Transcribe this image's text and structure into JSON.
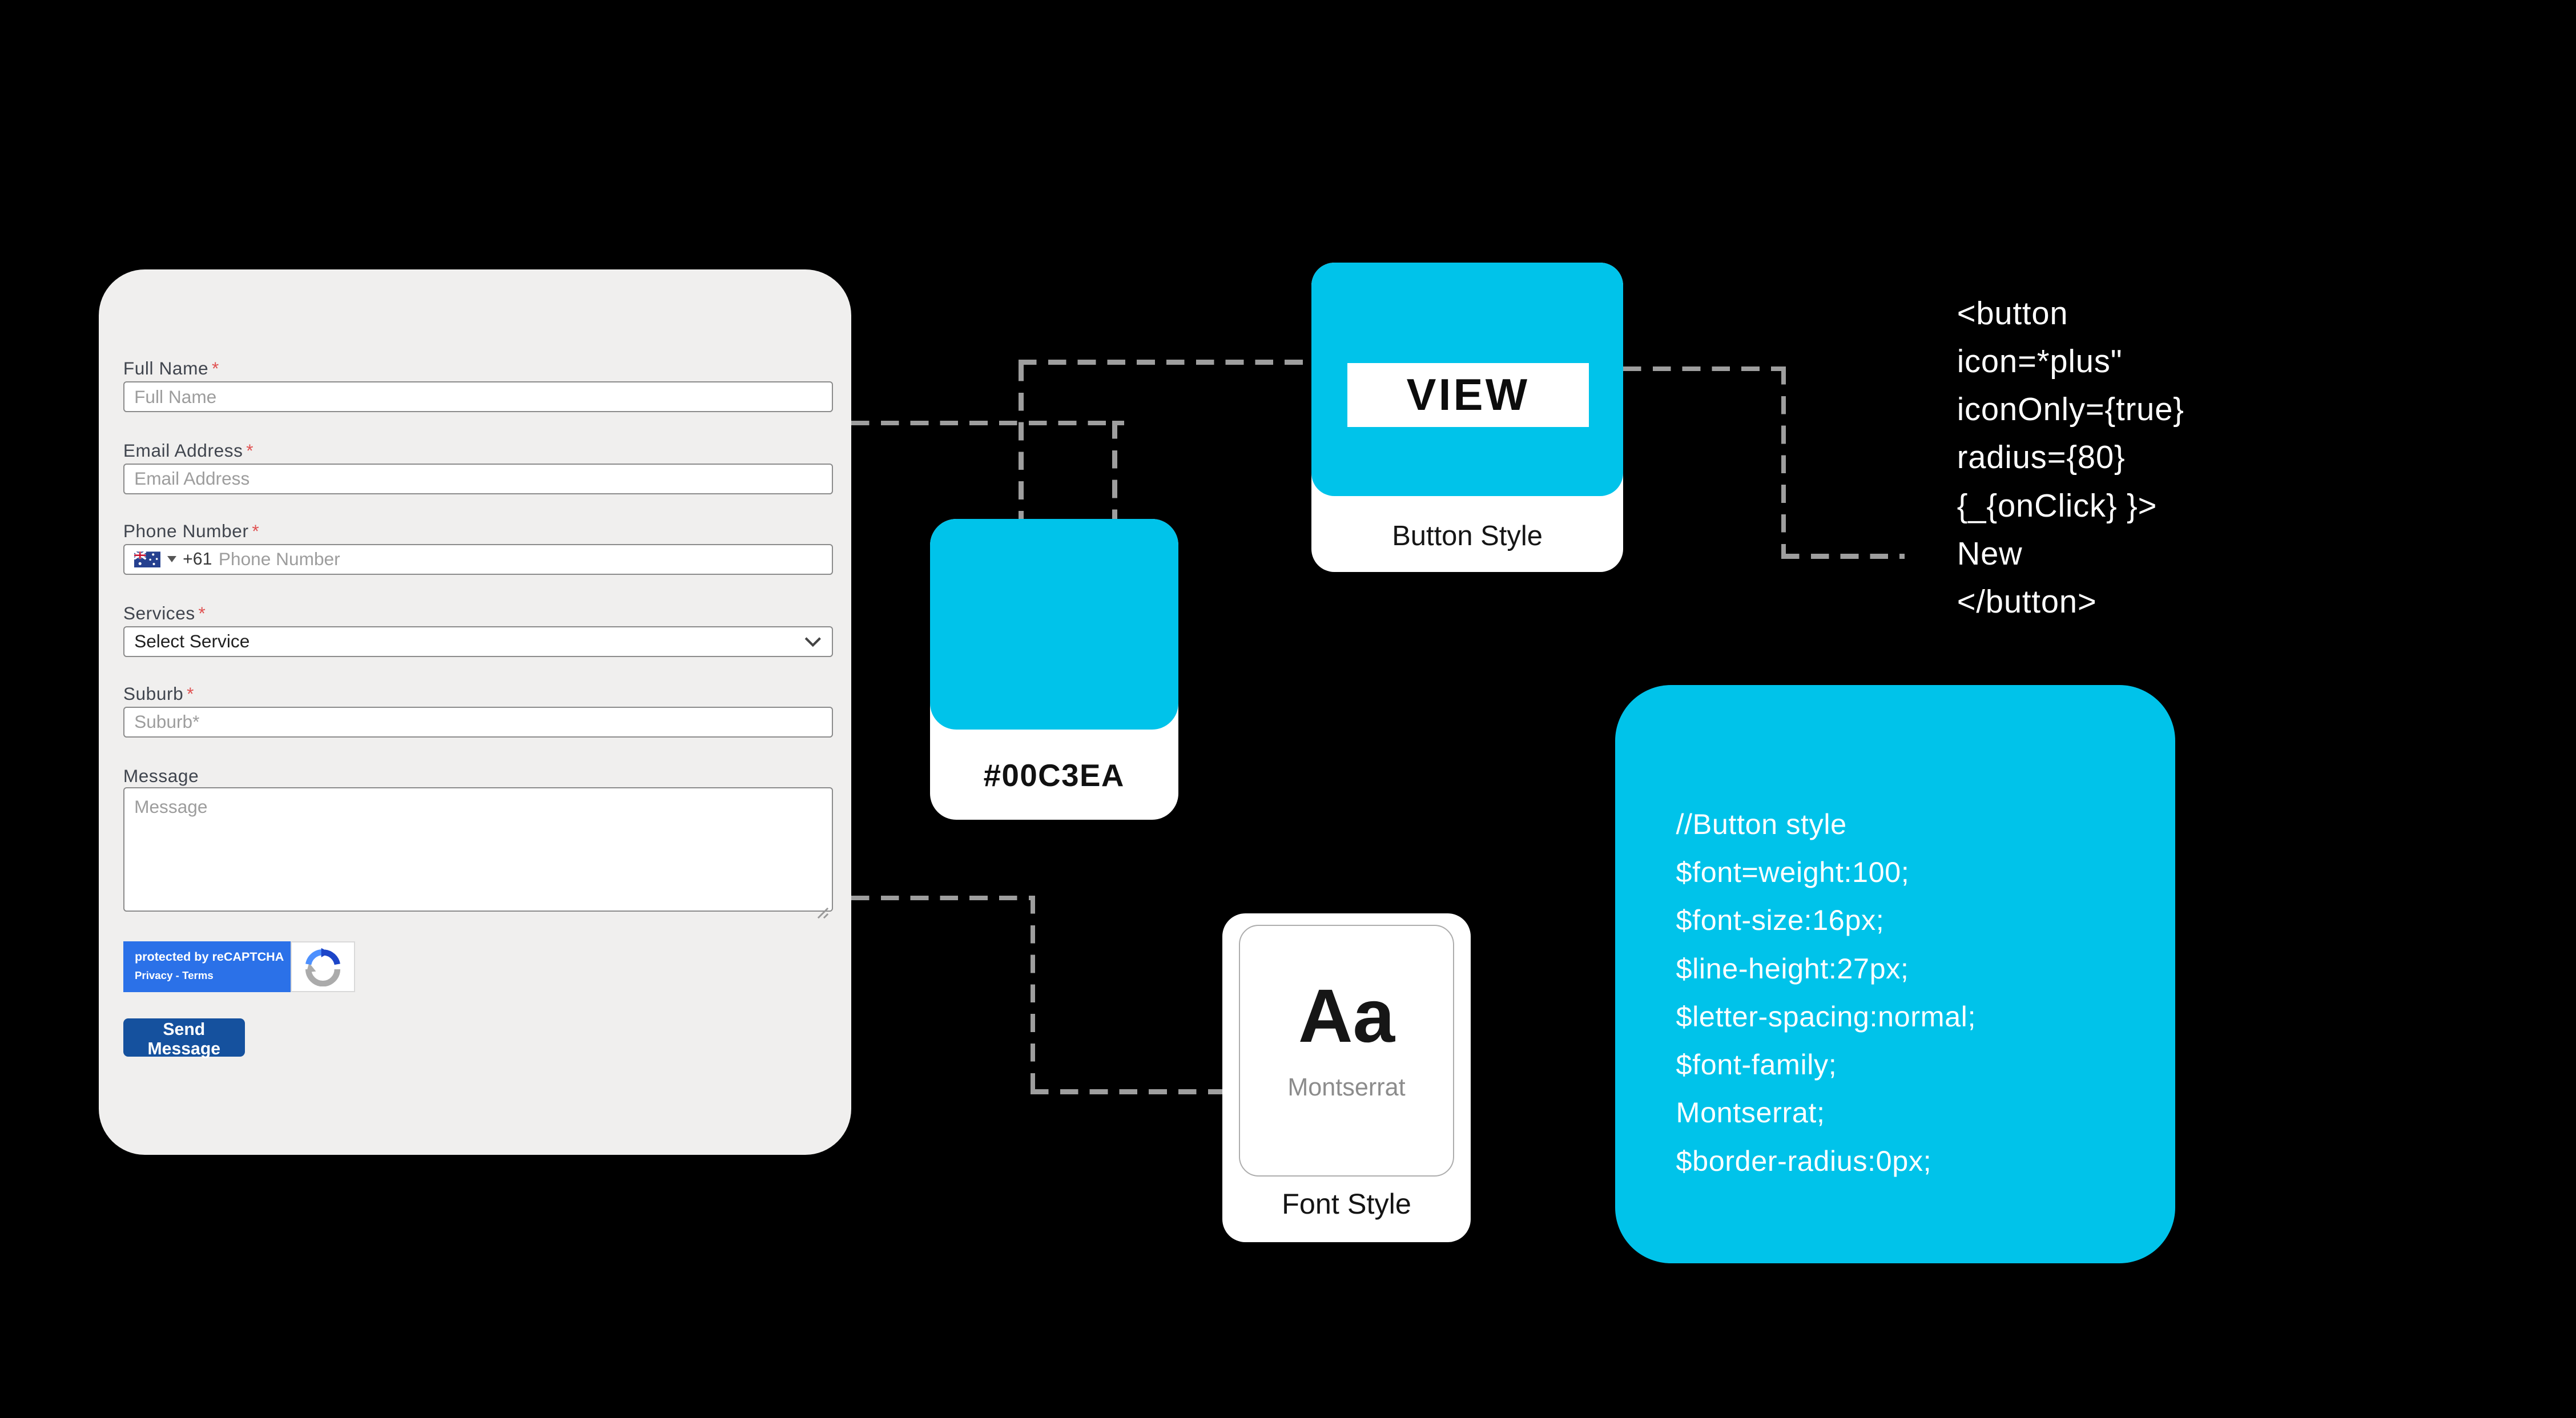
{
  "colors": {
    "accent": "#00C3EA",
    "recaptcha_blue": "#2B71E8",
    "submit_blue": "#15519E",
    "dash": "#9E9E9E",
    "form_bg": "#F0EFEE"
  },
  "form": {
    "fields": [
      {
        "label": "Full Name",
        "required": "*",
        "placeholder": "Full Name"
      },
      {
        "label": "Email Address",
        "required": "*",
        "placeholder": "Email Address"
      },
      {
        "label": "Phone Number",
        "required": "*",
        "placeholder": "Phone Number",
        "dial_code": "+61"
      },
      {
        "label": "Services",
        "required": "*",
        "placeholder": "Select Service"
      },
      {
        "label": "Suburb",
        "required": "*",
        "placeholder": "Suburb*"
      },
      {
        "label": "Message",
        "required": "",
        "placeholder": "Message"
      }
    ],
    "recaptcha": {
      "line1": "protected by reCAPTCHA",
      "line2": "Privacy - Terms"
    },
    "submit_label": "Send Message"
  },
  "swatch": {
    "hex": "#00C3EA"
  },
  "button_style": {
    "button_label": "VIEW",
    "caption": "Button Style"
  },
  "font_style": {
    "specimen": "Aa",
    "font_name": "Montserrat",
    "caption": "Font Style"
  },
  "code_snippet": {
    "lines": [
      "<button",
      "icon=*plus\"",
      "iconOnly={true}",
      "radius={80}",
      "{_{onClick} }>",
      "New",
      "</button>"
    ]
  },
  "style_block": {
    "lines": [
      "//Button style",
      "$font=weight:100;",
      "$font-size:16px;",
      "$line-height:27px;",
      "$letter-spacing:normal;",
      "$font-family;",
      "Montserrat;",
      "$border-radius:0px;"
    ]
  }
}
